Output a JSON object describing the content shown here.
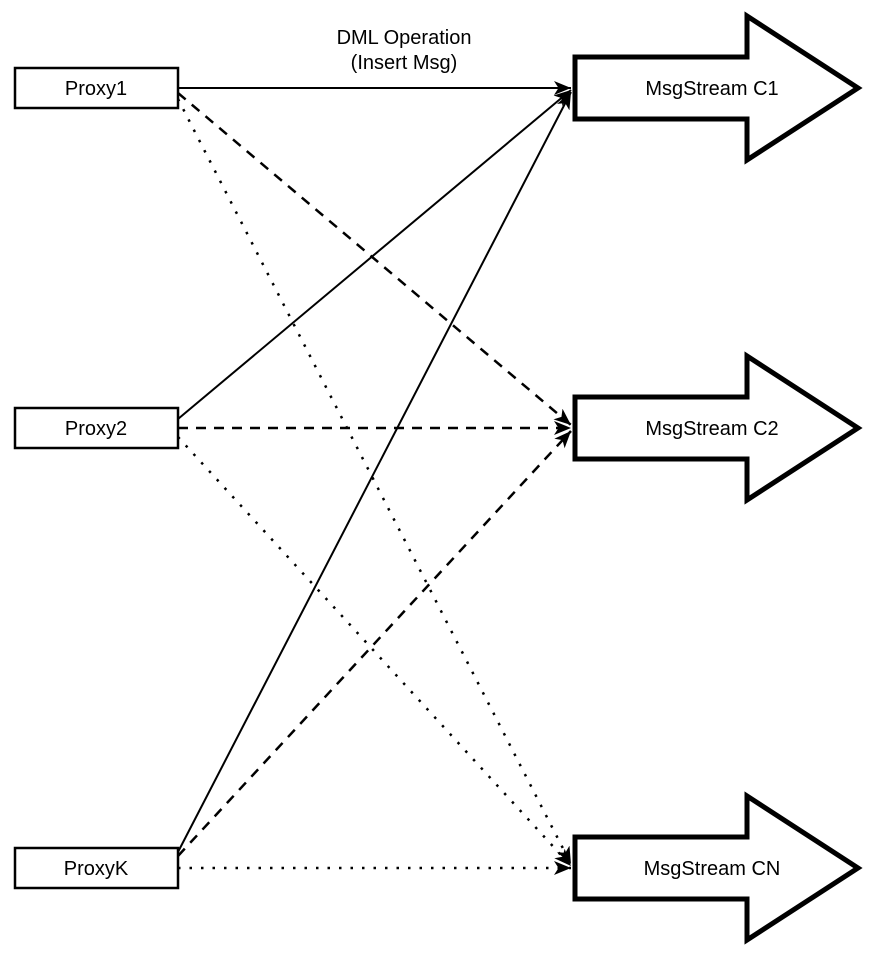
{
  "diagram": {
    "background": "#ffffff",
    "stroke_color": "#000000",
    "title": {
      "line1": "DML Operation",
      "line2": "(Insert Msg)"
    },
    "proxies": [
      {
        "label": "Proxy1"
      },
      {
        "label": "Proxy2"
      },
      {
        "label": "ProxyK"
      }
    ],
    "streams": [
      {
        "label": "MsgStream C1"
      },
      {
        "label": "MsgStream C2"
      },
      {
        "label": "MsgStream CN"
      }
    ],
    "edges": [
      {
        "from": "Proxy1",
        "to": "MsgStream C1",
        "style": "solid"
      },
      {
        "from": "Proxy2",
        "to": "MsgStream C1",
        "style": "solid"
      },
      {
        "from": "ProxyK",
        "to": "MsgStream C1",
        "style": "solid"
      },
      {
        "from": "Proxy1",
        "to": "MsgStream C2",
        "style": "dashed"
      },
      {
        "from": "Proxy2",
        "to": "MsgStream C2",
        "style": "dashed"
      },
      {
        "from": "ProxyK",
        "to": "MsgStream C2",
        "style": "dashed"
      },
      {
        "from": "Proxy1",
        "to": "MsgStream CN",
        "style": "dotted"
      },
      {
        "from": "Proxy2",
        "to": "MsgStream CN",
        "style": "dotted"
      },
      {
        "from": "ProxyK",
        "to": "MsgStream CN",
        "style": "dotted"
      }
    ]
  }
}
